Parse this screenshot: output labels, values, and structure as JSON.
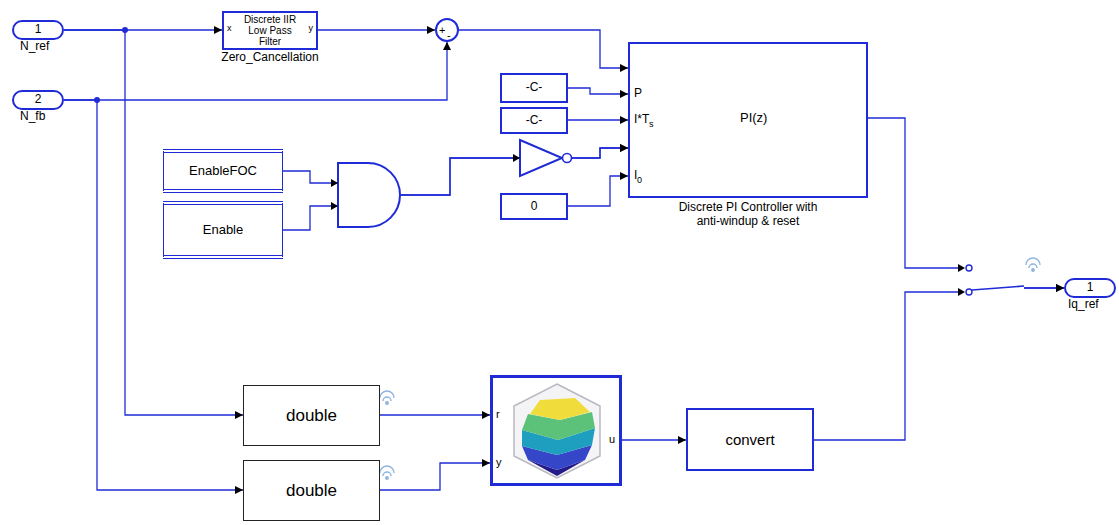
{
  "diagram": {
    "nodes": [
      {
        "text": [
          "1",
          "N_ref"
        ]
      },
      {
        "text": [
          "2",
          "N_fb"
        ]
      },
      {
        "text": [
          "x",
          "Discrete IIR Low Pass Filter",
          "y",
          "Zero_Cancellation"
        ]
      },
      {
        "text": [
          "+",
          "-"
        ]
      },
      {
        "text": [
          "-C-"
        ]
      },
      {
        "text": [
          "-C-"
        ]
      },
      {
        "text": [
          "EnableFOC"
        ]
      },
      {
        "text": [
          "Enable"
        ]
      },
      {
        "text": [
          "0"
        ]
      },
      {
        "text": [
          "P",
          "I*T",
          "s",
          "I",
          "0",
          "PI(z)",
          "Discrete PI Controller with anti-windup & reset"
        ]
      },
      {
        "text": [
          "double"
        ]
      },
      {
        "text": [
          "double"
        ]
      },
      {
        "text": [
          "r",
          "y",
          "u"
        ]
      },
      {
        "text": [
          "convert"
        ]
      },
      {
        "text": [
          "1",
          "Iq_ref"
        ]
      }
    ],
    "edges": [
      {
        "from": 0,
        "to": 2,
        "arrow": "to"
      },
      {
        "from": 0,
        "to": 10,
        "arrow": "to"
      },
      {
        "from": 2,
        "to": 3,
        "arrow": "to"
      },
      {
        "from": 1,
        "to": 3,
        "arrow": "to"
      },
      {
        "from": 1,
        "to": 11,
        "arrow": "to"
      },
      {
        "from": 3,
        "to": 9,
        "arrow": "to"
      },
      {
        "from": 4,
        "to": 9,
        "arrow": "to"
      },
      {
        "from": 5,
        "to": 9,
        "arrow": "to"
      },
      {
        "from": 6,
        "to": 9,
        "arrow": "to"
      },
      {
        "from": 7,
        "to": 9,
        "arrow": "to"
      },
      {
        "from": 8,
        "to": 9,
        "arrow": "to"
      },
      {
        "from": 9,
        "to": 14,
        "arrow": "to"
      },
      {
        "from": 10,
        "to": 12,
        "arrow": "to"
      },
      {
        "from": 11,
        "to": 12,
        "arrow": "to"
      },
      {
        "from": 12,
        "to": 13,
        "arrow": "to"
      },
      {
        "from": 13,
        "to": 14,
        "arrow": "to"
      }
    ]
  }
}
